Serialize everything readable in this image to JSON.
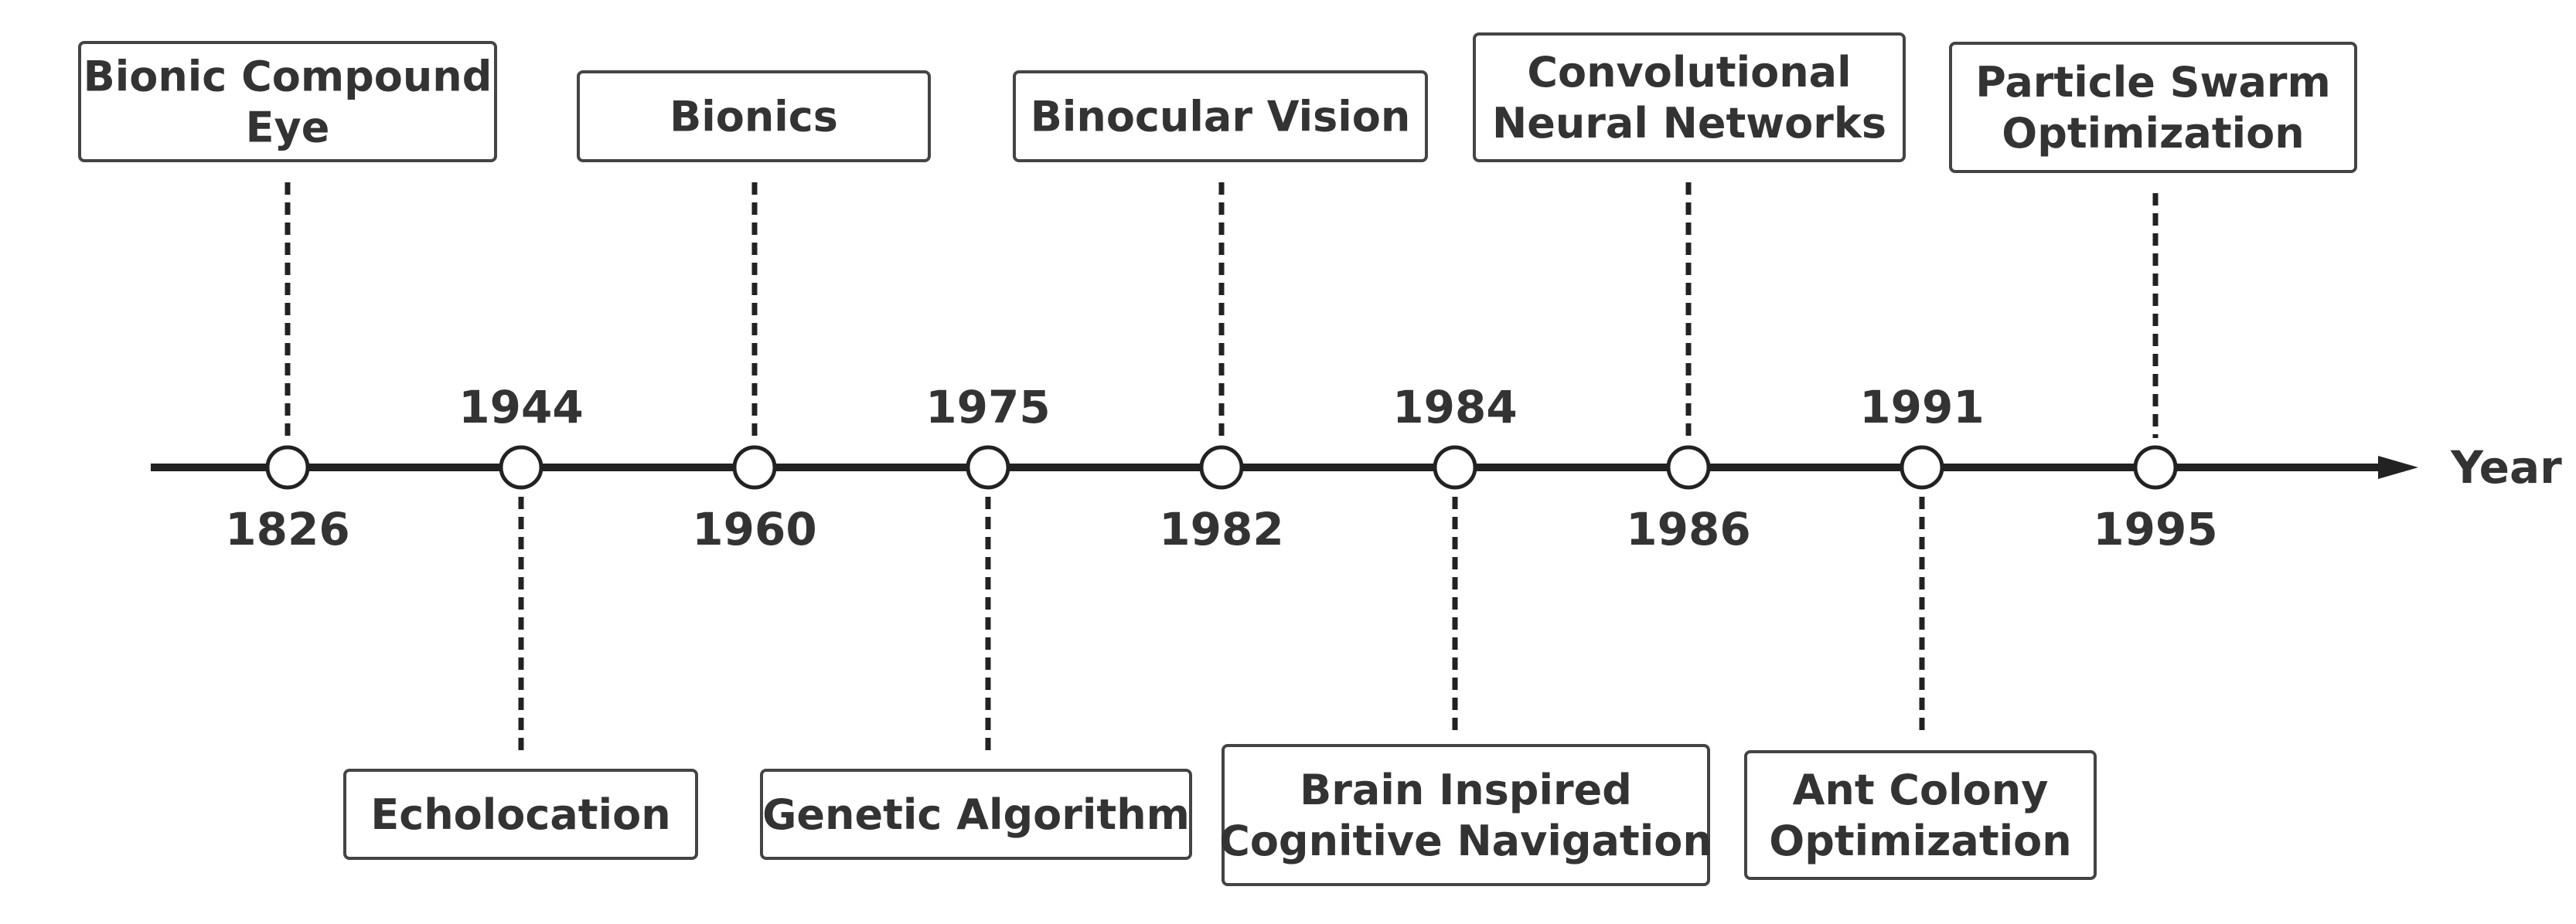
{
  "axis": {
    "label": "Year"
  },
  "events": [
    {
      "year": "1826",
      "lines": [
        "Bionic Compound",
        "Eye"
      ]
    },
    {
      "year": "1944",
      "lines": [
        "Echolocation"
      ]
    },
    {
      "year": "1960",
      "lines": [
        "Bionics"
      ]
    },
    {
      "year": "1975",
      "lines": [
        "Genetic Algorithm"
      ]
    },
    {
      "year": "1982",
      "lines": [
        "Binocular Vision"
      ]
    },
    {
      "year": "1984",
      "lines": [
        "Brain Inspired",
        "Cognitive Navigation"
      ]
    },
    {
      "year": "1986",
      "lines": [
        "Convolutional",
        "Neural Networks"
      ]
    },
    {
      "year": "1991",
      "lines": [
        "Ant Colony",
        "Optimization"
      ]
    },
    {
      "year": "1995",
      "lines": [
        "Particle Swarm",
        "Optimization"
      ]
    }
  ]
}
